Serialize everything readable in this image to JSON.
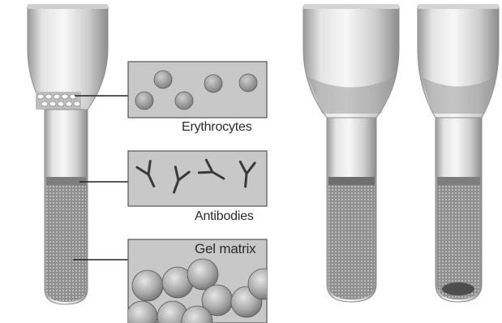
{
  "diagram": {
    "callouts": [
      {
        "id": "erythrocytes",
        "label": "Erythrocytes"
      },
      {
        "id": "antibodies",
        "label": "Antibodies"
      },
      {
        "id": "gel",
        "label": "Gel matrix"
      }
    ],
    "tubes": [
      {
        "id": "tube-1",
        "contents": "erythrocytes-above-gel"
      },
      {
        "id": "tube-2",
        "contents": "cells-on-top-of-gel"
      },
      {
        "id": "tube-3",
        "contents": "cells-pelleted-at-bottom"
      }
    ],
    "colors": {
      "tube_glass": "#d9d9d9",
      "tube_shadow": "#8a8a8a",
      "gel_fill": "#9a9a9a",
      "panel_bg": "#c4c4c4",
      "panel_border": "#555555",
      "cell": "#9e9e9e",
      "leader_line": "#222222"
    }
  }
}
